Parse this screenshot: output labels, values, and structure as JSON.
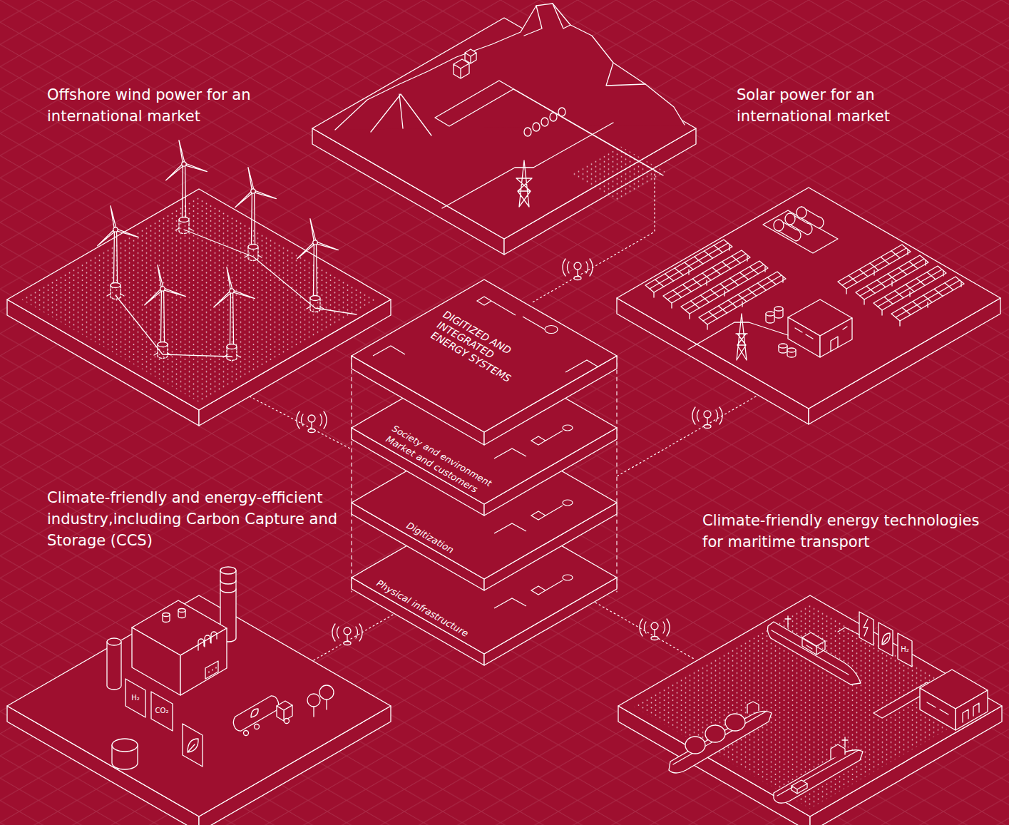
{
  "diagram": {
    "nodes": [
      {
        "text": [
          "DIGITIZED AND INTEGRATED ENERGY SYSTEMS"
        ]
      },
      {
        "text": [
          "Society and environment",
          "Market and customers"
        ]
      },
      {
        "text": [
          "Digitization"
        ]
      },
      {
        "text": [
          "Physical infrastructure"
        ]
      }
    ],
    "labels": [
      "Offshore wind power for an international market",
      "Solar power for an international market",
      "Climate-friendly and energy-efficient industry,including Carbon Capture and Storage (CCS)",
      "Climate-friendly energy technologies for maritime transport",
      "H₂",
      "CO₂",
      "H₂"
    ]
  }
}
